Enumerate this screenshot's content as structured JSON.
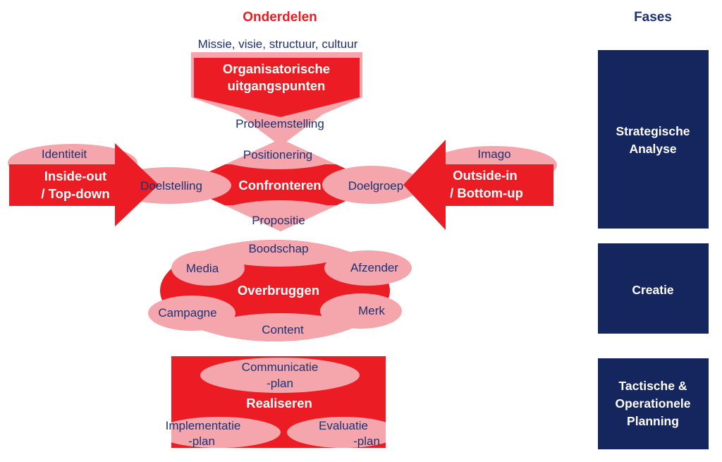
{
  "palette": {
    "red": "#ec1c24",
    "pink": "#f5a6ad",
    "navy_box": "#14265d",
    "navy_text": "#1f3170",
    "white_text": "#ffffff",
    "background": "#ffffff"
  },
  "headers": {
    "left": "Onderdelen",
    "right": "Fases"
  },
  "organisatie": {
    "above": "Missie, visie, structuur, cultuur",
    "title_line1": "Organisatorische",
    "title_line2": "uitgangspunten",
    "below": "Probleemstelling"
  },
  "inside_arrow": {
    "above": "Identiteit",
    "line1": "Inside-out",
    "line2": "/ Top-down"
  },
  "outside_arrow": {
    "above": "Imago",
    "line1": "Outside-in",
    "line2": "/ Bottom-up"
  },
  "confront": {
    "top": "Positionering",
    "left": "Doelstelling",
    "center": "Confronteren",
    "right": "Doelgroep",
    "bottom": "Propositie"
  },
  "bridge": {
    "top": "Boodschap",
    "upper_left": "Media",
    "upper_right": "Afzender",
    "center": "Overbruggen",
    "lower_left": "Campagne",
    "lower_right": "Merk",
    "bottom": "Content"
  },
  "realize": {
    "top_line1": "Communicatie",
    "top_line2": "-plan",
    "center": "Realiseren",
    "left_line1": "Implementatie",
    "left_line2": "-plan",
    "right_line1": "Evaluatie",
    "right_line2": "-plan"
  },
  "fases": {
    "strategic": {
      "line1": "Strategische",
      "line2": "Analyse"
    },
    "creation": {
      "line1": "Creatie"
    },
    "tactical": {
      "line1": "Tactische &",
      "line2": "Operationele",
      "line3": "Planning"
    }
  }
}
